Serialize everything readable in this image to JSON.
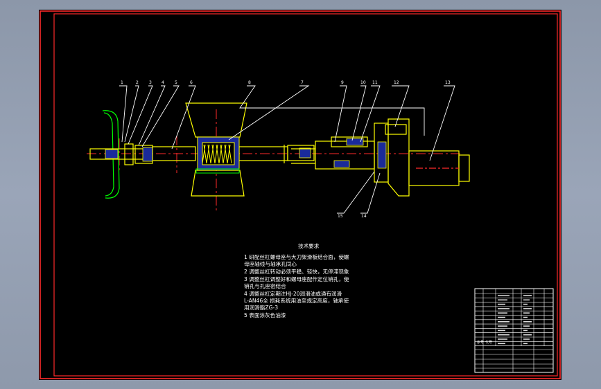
{
  "drawing": {
    "part_labels": [
      "1",
      "2",
      "3",
      "4",
      "5",
      "6",
      "8",
      "7",
      "9",
      "10",
      "11",
      "12",
      "13",
      "15",
      "14"
    ],
    "notes_heading": "技术要求",
    "notes": [
      "1 研配丝杠螺母座与大刀架滑板结合面，使螺",
      "母座轴线与轴承孔同心",
      "2 调整丝杠转动必须平稳、轻快，无停滞现象",
      "3 调整丝杠调整好和螺母座配作定位销孔，使",
      "销孔与孔座密结合",
      "4 调整丝杠定期注HJ-20润滑油或通有润滑",
      "L-AN46全    损耗系统用油至规定高度，轴承使",
      "用润滑脂ZG-3",
      "5 表面涂灰色油漆"
    ],
    "title_block": {
      "side_labels": [
        "序号",
        "代号"
      ]
    }
  },
  "colors": {
    "sheet": "#000000",
    "border": "#ff2a2a",
    "outline": "#ffff00",
    "leader": "#ffffff",
    "centerline": "#ff2a2a",
    "hatch": "#1a2a9a",
    "spring": "#ffff00",
    "support": "#00ff00",
    "magenta": "#ff00ff"
  }
}
